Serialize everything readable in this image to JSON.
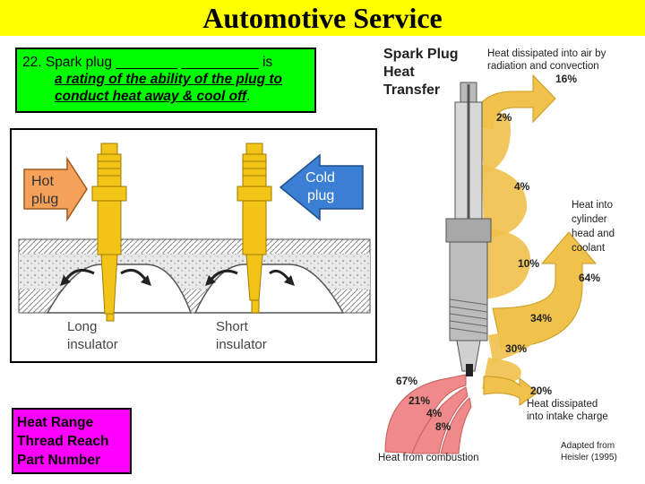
{
  "header": {
    "title": "Automotive Service"
  },
  "question": {
    "line1": "22. Spark plug ________ __________ is",
    "line2": "a rating of the ability of the plug to",
    "line3": "conduct heat away & cool off",
    "line3_end": "."
  },
  "plug_diagram": {
    "hot_label": [
      "Hot",
      "plug"
    ],
    "cold_label": [
      "Cold",
      "plug"
    ],
    "long_label": [
      "Long",
      "insulator"
    ],
    "short_label": [
      "Short",
      "insulator"
    ]
  },
  "answer_box": {
    "lines": [
      "Heat Range",
      "Thread Reach",
      "Part Number"
    ]
  },
  "heat_transfer": {
    "title": [
      "Spark Plug",
      "Heat",
      "Transfer"
    ],
    "dissipated_air": [
      "Heat dissipated into air by",
      "radiation and convection"
    ],
    "into_head": [
      "Heat into",
      "cylinder",
      "head and",
      "coolant"
    ],
    "dissipated_intake": [
      "Heat dissipated",
      "into intake charge"
    ],
    "combustion": "Heat from combustion",
    "credit": [
      "Adapted from",
      "Heisler (1995)"
    ],
    "percentages": {
      "p16": "16%",
      "p2": "2%",
      "p4": "4%",
      "p10": "10%",
      "p64": "64%",
      "p34": "34%",
      "p30": "30%",
      "p20": "20%",
      "p67": "67%",
      "p21": "21%",
      "p4b": "4%",
      "p8": "8%"
    }
  },
  "colors": {
    "title_bg": "#ffff00",
    "question_bg": "#00ff00",
    "answer_bg": "#ff00ff",
    "plug_yellow": "#f2c418",
    "hot_arrow": "#f5a15a",
    "cold_arrow": "#3b7fd4",
    "heat_flow": "#f0c14b",
    "combustion": "#f08a8a"
  }
}
